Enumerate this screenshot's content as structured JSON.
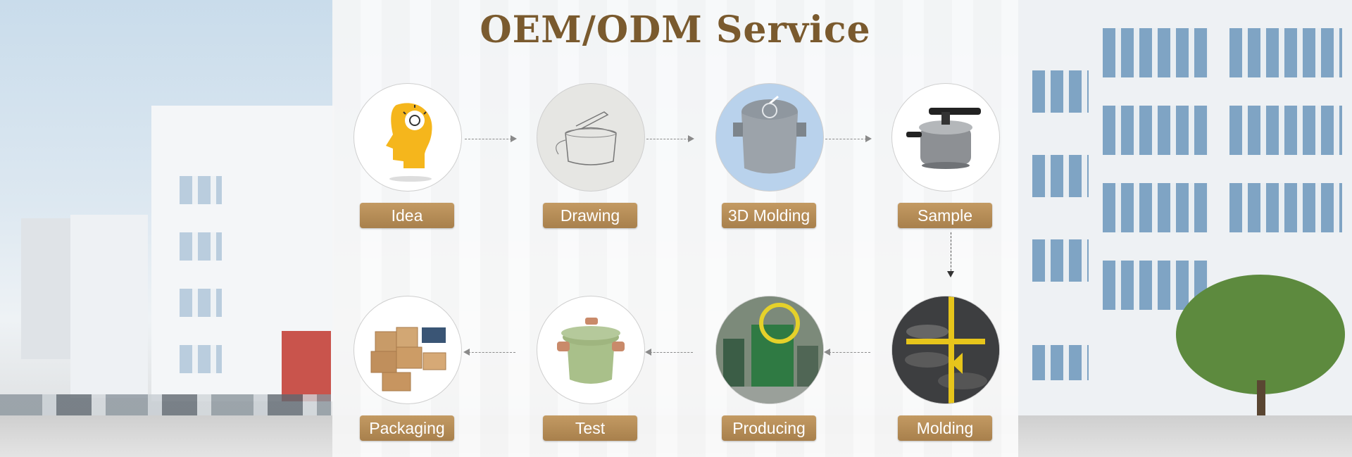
{
  "title": "OEM/ODM Service",
  "steps": [
    {
      "label": "Idea",
      "icon": "idea-head-icon"
    },
    {
      "label": "Drawing",
      "icon": "sketch-pot-icon"
    },
    {
      "label": "3D Molding",
      "icon": "cad-pot-icon"
    },
    {
      "label": "Sample",
      "icon": "pressure-cooker-icon"
    },
    {
      "label": "Molding",
      "icon": "molding-machine-icon"
    },
    {
      "label": "Producing",
      "icon": "factory-machine-icon"
    },
    {
      "label": "Test",
      "icon": "green-pot-icon"
    },
    {
      "label": "Packaging",
      "icon": "cardboard-boxes-icon"
    }
  ],
  "colors": {
    "title": "#7a5a2e",
    "label_bg": "#b48b55",
    "label_text": "#ffffff",
    "arrow": "#8a8a8a"
  }
}
